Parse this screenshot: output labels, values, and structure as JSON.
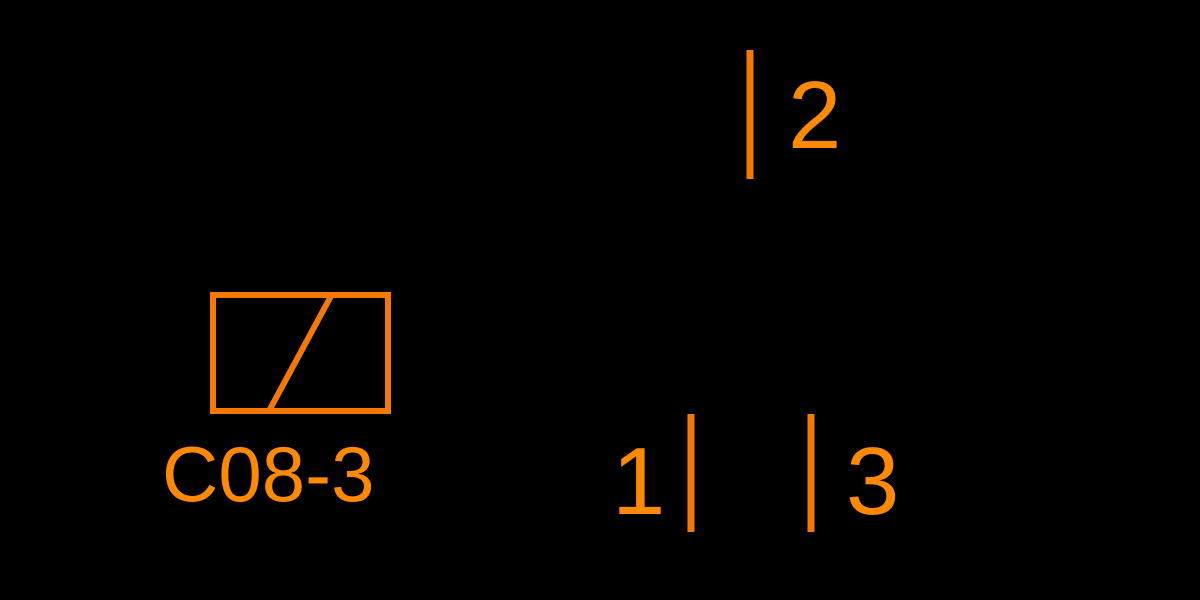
{
  "diagram": {
    "type": "wiring-schematic",
    "colors": {
      "background": "#000000",
      "line": "#F57900",
      "text": "#FF8A00"
    },
    "component": {
      "label": "C08-3",
      "symbol": "relay-coil"
    },
    "pins": [
      {
        "number": "1",
        "position": "bottom-left"
      },
      {
        "number": "2",
        "position": "top"
      },
      {
        "number": "3",
        "position": "bottom-right"
      }
    ]
  }
}
